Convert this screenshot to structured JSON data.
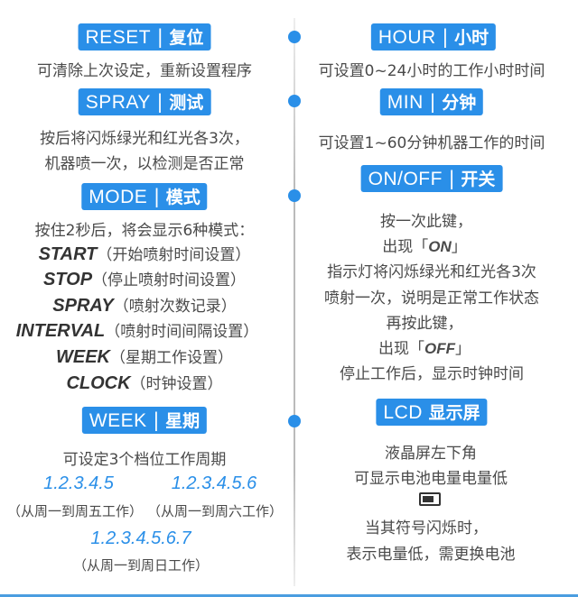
{
  "colors": {
    "accent": "#2a8fe8",
    "text": "#4a4a4a"
  },
  "reset": {
    "en": "RESET",
    "zh": "复位",
    "desc": "可清除上次设定，重新设置程序"
  },
  "spray": {
    "en": "SPRAY",
    "zh": "测试",
    "desc": [
      "按后将闪烁绿光和红光各3次，",
      "机器喷一次，以检测是否正常"
    ]
  },
  "mode": {
    "en": "MODE",
    "zh": "模式",
    "intro": "按住2秒后，将会显示6种模式：",
    "items": [
      {
        "name": "START",
        "desc": "（开始喷射时间设置）"
      },
      {
        "name": "STOP",
        "desc": "（停止喷射时间设置）"
      },
      {
        "name": "SPRAY",
        "desc": "（喷射次数记录）"
      },
      {
        "name": "INTERVAL",
        "desc": "（喷射时间间隔设置）"
      },
      {
        "name": "WEEK",
        "desc": "（星期工作设置）"
      },
      {
        "name": "CLOCK",
        "desc": "（时钟设置）"
      }
    ]
  },
  "week": {
    "en": "WEEK",
    "zh": "星期",
    "desc": "可设定3个档位工作周期",
    "options": [
      {
        "value": "1.2.3.4.5",
        "desc": "（从周一到周五工作）"
      },
      {
        "value": "1.2.3.4.5.6",
        "desc": "（从周一到周六工作）"
      },
      {
        "value": "1.2.3.4.5.6.7",
        "desc": "（从周一到周日工作）"
      }
    ]
  },
  "hour": {
    "en": "HOUR",
    "zh": "小时",
    "desc": "可设置0~24小时的工作小时时间"
  },
  "min": {
    "en": "MIN",
    "zh": "分钟",
    "desc": "可设置1~60分钟机器工作的时间"
  },
  "onoff": {
    "en": "ON/OFF",
    "zh": "开关",
    "lines": [
      "按一次此键，",
      "出现「",
      "ON",
      "」",
      "指示灯将闪烁绿光和红光各3次",
      "喷射一次，说明是正常工作状态",
      "再按此键，",
      "出现「",
      "OFF",
      "」",
      "停止工作后，显示时钟时间"
    ]
  },
  "lcd": {
    "en": "LCD",
    "zh": "显示屏",
    "lines": [
      "液晶屏左下角",
      "可显示电池电量电量低",
      "当其符号闪烁时，",
      "表示电量低，需更换电池"
    ],
    "icon": "battery-low-icon"
  }
}
